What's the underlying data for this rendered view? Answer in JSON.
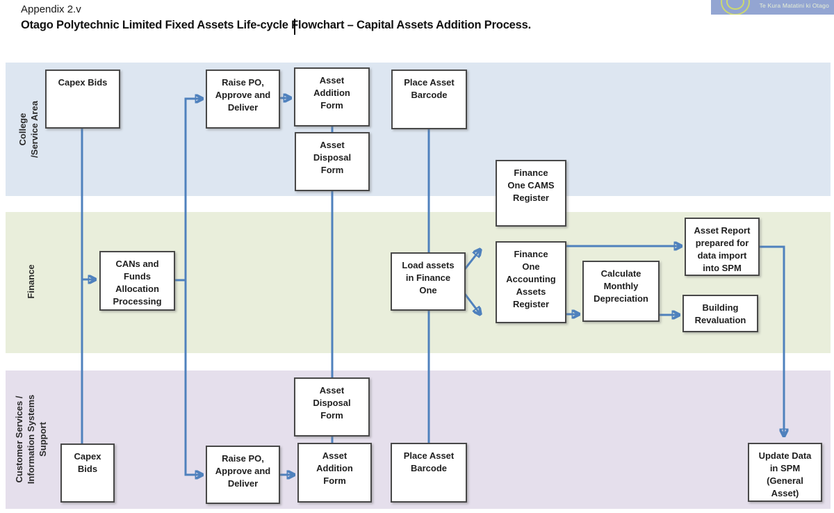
{
  "header": {
    "appendix_label": "Appendix 2.v",
    "title": "Otago Polytechnic Limited Fixed Assets Life-cycle Flowchart – Capital Assets Addition Process."
  },
  "logo": {
    "text": "Te Kura Matatini ki Otago"
  },
  "lanes": [
    {
      "id": "college",
      "label": "College\n/Service Area"
    },
    {
      "id": "finance",
      "label": "Finance"
    },
    {
      "id": "support",
      "label": "Customer Services /\nInformation Systems\nSupport"
    }
  ],
  "nodes": [
    {
      "id": "capex-bids-top",
      "label": "Capex Bids"
    },
    {
      "id": "raise-po-top",
      "label": "Raise PO,\nApprove and\nDeliver"
    },
    {
      "id": "asset-addition-top",
      "label": "Asset\nAddition\nForm"
    },
    {
      "id": "asset-disposal-top",
      "label": "Asset\nDisposal\nForm"
    },
    {
      "id": "place-barcode-top",
      "label": "Place Asset\nBarcode"
    },
    {
      "id": "finance-cams-register",
      "label": "Finance\nOne CAMS\nRegister"
    },
    {
      "id": "cans-funds-processing",
      "label": "CANs and\nFunds\nAllocation\nProcessing"
    },
    {
      "id": "load-assets-finance-one",
      "label": "Load assets\nin Finance\nOne"
    },
    {
      "id": "accounting-assets-register",
      "label": "Finance\nOne\nAccounting\nAssets\nRegister"
    },
    {
      "id": "calculate-depreciation",
      "label": "Calculate\nMonthly\nDepreciation"
    },
    {
      "id": "asset-report-spm",
      "label": "Asset Report\nprepared for\ndata import\ninto SPM"
    },
    {
      "id": "building-revaluation",
      "label": "Building\nRevaluation"
    },
    {
      "id": "asset-disposal-bottom",
      "label": "Asset\nDisposal\nForm"
    },
    {
      "id": "capex-bids-bottom",
      "label": "Capex\nBids"
    },
    {
      "id": "raise-po-bottom",
      "label": "Raise PO,\nApprove and\nDeliver"
    },
    {
      "id": "asset-addition-bottom",
      "label": "Asset\nAddition\nForm"
    },
    {
      "id": "place-barcode-bottom",
      "label": "Place Asset\nBarcode"
    },
    {
      "id": "update-data-spm",
      "label": "Update Data\nin SPM\n(General\nAsset)"
    }
  ],
  "colors": {
    "lane_fills": [
      "#dde6f1",
      "#e9eedb",
      "#e5dfec"
    ],
    "connector": "#4f81bd",
    "logo_banner": "#93a5d2",
    "logo_ring": "#ccd96f",
    "node_border": "#484848"
  }
}
